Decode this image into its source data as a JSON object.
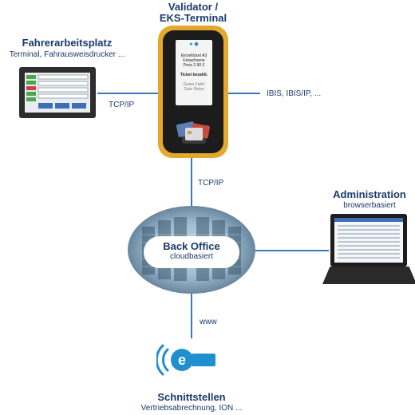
{
  "validator": {
    "title_line1": "Validator /",
    "title_line2": "EKS-Terminal",
    "screen_lines": [
      "Einzelticket A3",
      "Erwachsene",
      "Preis 2.90 €",
      "Ticket bezahlt.",
      "Guten Fahrt",
      "Gute Reise"
    ]
  },
  "driver": {
    "title": "Fahrerarbeitsplatz",
    "subtitle": "Terminal, Fahrausweisdrucker ..."
  },
  "backoffice": {
    "title": "Back Office",
    "subtitle": "cloudbasiert"
  },
  "admin": {
    "title": "Administration",
    "subtitle": "browserbasiert"
  },
  "interfaces": {
    "title": "Schnittstellen",
    "subtitle": "Vertriebsabrechnung, ION ..."
  },
  "connections": {
    "driver_validator": "TCP/IP",
    "validator_right": "IBIS, IBIS/IP, ...",
    "validator_backoffice": "TCP/IP",
    "backoffice_interfaces": "www"
  },
  "colors": {
    "text": "#1b3a6b",
    "line": "#3c78b8",
    "validator_frame": "#e3a92c",
    "logo_blue": "#1f8fd0"
  }
}
